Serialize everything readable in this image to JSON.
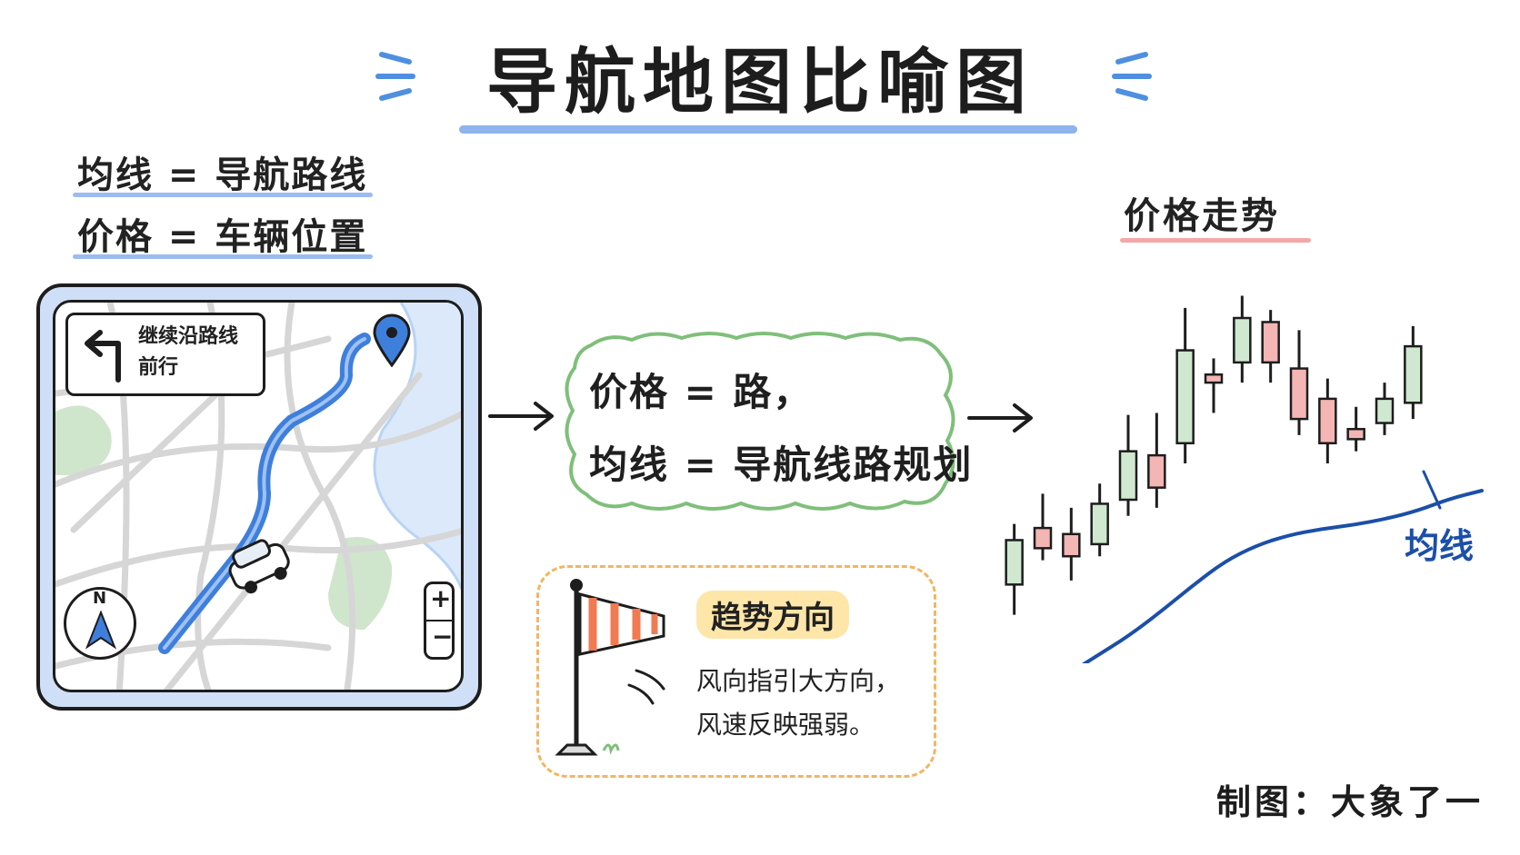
{
  "title": "导航地图比喻图",
  "left_labels": {
    "line1": "均线 = 导航路线",
    "line2": "价格 = 车辆位置"
  },
  "map": {
    "nav_card_line1": "继续沿路线",
    "nav_card_line2": "前行",
    "compass_letter": "N",
    "zoom_in": "+",
    "zoom_out": "−",
    "icons": [
      "turn-left-arrow-icon",
      "location-pin-icon",
      "car-icon",
      "compass-icon"
    ]
  },
  "middle": {
    "line1": "价格 = 路，",
    "line2": "均线 = 导航线路规划"
  },
  "wind": {
    "badge": "趋势方向",
    "line1": "风向指引大方向，",
    "line2": "风速反映强弱。"
  },
  "right": {
    "title": "价格走势",
    "ma_label": "均线"
  },
  "credit": "制图：大象了一",
  "colors": {
    "bull_candle": "#cfe8cf",
    "bear_candle": "#f4b5b5",
    "ma_line": "#1b4fa8",
    "route": "#3f7fdc"
  },
  "chart_data": {
    "type": "candlestick",
    "candles": [
      {
        "open": 2.0,
        "close": 4.2,
        "high": 5.0,
        "low": 0.5
      },
      {
        "open": 4.8,
        "close": 3.8,
        "high": 6.5,
        "low": 3.2
      },
      {
        "open": 4.5,
        "close": 3.4,
        "high": 5.8,
        "low": 2.2
      },
      {
        "open": 4.0,
        "close": 6.0,
        "high": 7.0,
        "low": 3.4
      },
      {
        "open": 6.2,
        "close": 8.6,
        "high": 10.4,
        "low": 5.4
      },
      {
        "open": 8.4,
        "close": 6.8,
        "high": 10.5,
        "low": 5.8
      },
      {
        "open": 9.0,
        "close": 13.6,
        "high": 15.7,
        "low": 8.0
      },
      {
        "open": 12.4,
        "close": 12.0,
        "high": 13.2,
        "low": 10.5
      },
      {
        "open": 13.0,
        "close": 15.2,
        "high": 16.3,
        "low": 12.0
      },
      {
        "open": 15.0,
        "close": 13.0,
        "high": 15.6,
        "low": 12.0
      },
      {
        "open": 12.7,
        "close": 10.2,
        "high": 14.6,
        "low": 9.4
      },
      {
        "open": 11.2,
        "close": 9.0,
        "high": 12.2,
        "low": 8.0
      },
      {
        "open": 9.7,
        "close": 9.2,
        "high": 10.8,
        "low": 8.6
      },
      {
        "open": 10.0,
        "close": 11.2,
        "high": 12.0,
        "low": 9.4
      },
      {
        "open": 11.0,
        "close": 13.8,
        "high": 14.8,
        "low": 10.2
      }
    ],
    "moving_average": [
      0.0,
      0.7,
      1.5,
      2.5,
      3.5,
      4.7,
      6.0,
      7.2,
      8.0,
      8.5,
      8.8,
      9.0,
      9.3,
      9.7,
      10.3,
      10.7
    ],
    "ma_label": "均线",
    "title": "价格走势"
  }
}
